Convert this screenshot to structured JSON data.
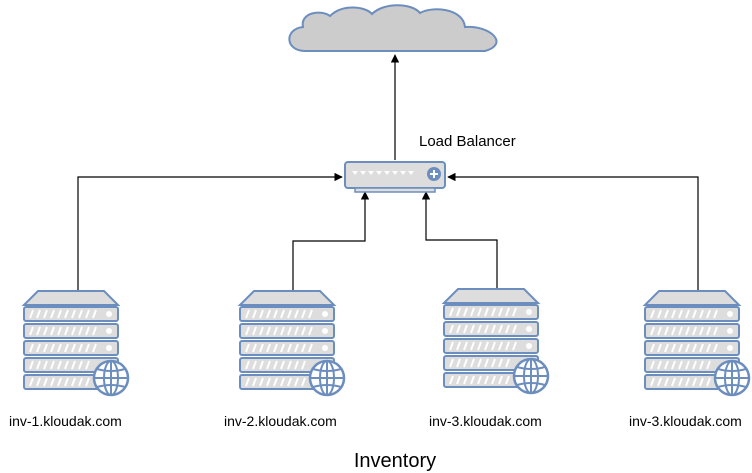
{
  "diagram": {
    "load_balancer_label": "Load Balancer",
    "caption": "Inventory",
    "servers": [
      {
        "label": "inv-1.kloudak.com"
      },
      {
        "label": "inv-2.kloudak.com"
      },
      {
        "label": "inv-3.kloudak.com"
      },
      {
        "label": "inv-3.kloudak.com"
      }
    ],
    "colors": {
      "cloud_fill": "#cccccc",
      "cloud_stroke": "#6c8ebf",
      "server_fill": "#dddddd",
      "server_stroke": "#6c8ebf",
      "globe_fill": "#ffffff",
      "connector": "#000000"
    },
    "icons": [
      "cloud-icon",
      "load-balancer-icon",
      "server-icon",
      "globe-icon"
    ]
  }
}
